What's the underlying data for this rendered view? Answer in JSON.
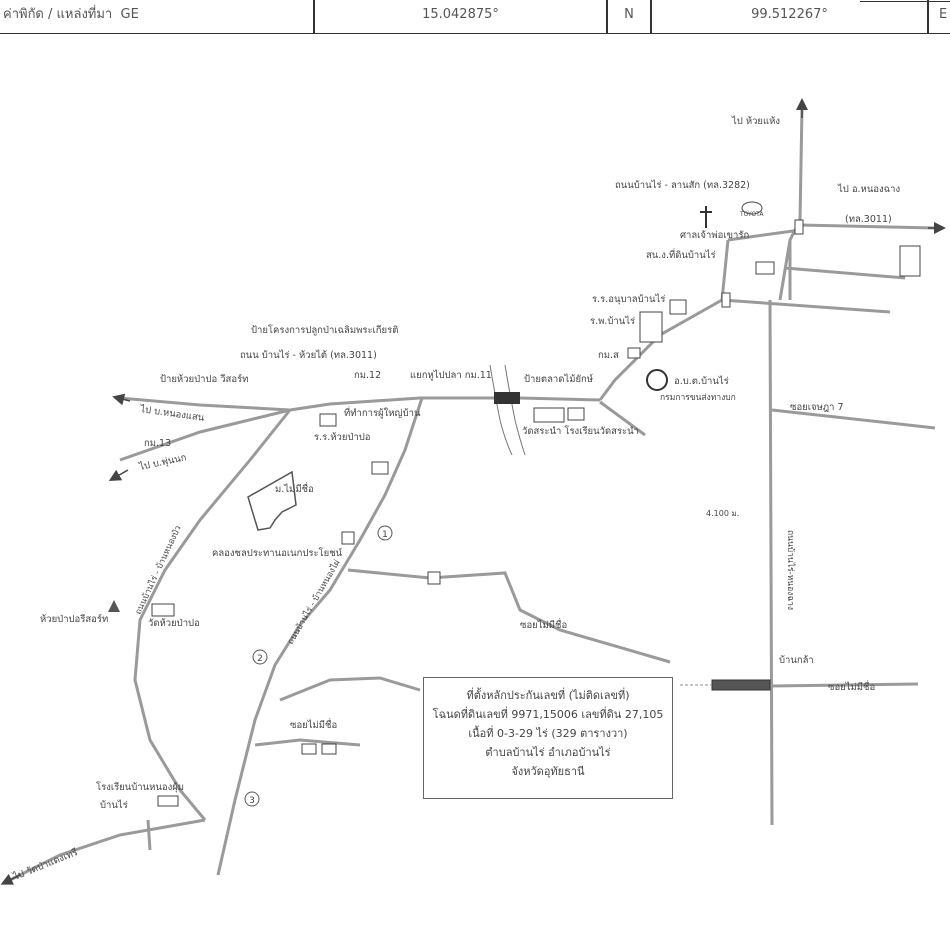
{
  "header": {
    "coord_label": "ค่าพิกัด / แหล่งที่มา",
    "source": "GE",
    "latitude": "15.042875°",
    "lat_dir": "N",
    "longitude": "99.512267°",
    "lon_dir": "E"
  },
  "map": {
    "labels": {
      "to_huai_haeng": "ไป ห้วยแห้ง",
      "road_ban_rai_lan_sak": "ถนนบ้านไร่ - ลานสัก (ทล.3282)",
      "to_nong_chang": "ไป อ.หนองฉาง",
      "road_3011_right": "(ทล.3011)",
      "shrine": "ศาลเจ้าพ่อเขารัก",
      "land_office": "สน.ง.ที่ดินบ้านไร่",
      "school_anuban": "ร.ร.อนุบาลบ้านไร่",
      "hospital": "ร.พ.บ้านไร่",
      "police": "กม.ส",
      "district_office": "อ.บ.ต.บ้านไร่",
      "transport_dept": "กรมการขนส่งทางบก",
      "road_soi_7": "ซอยเจษฎา 7",
      "distance": "4.100 ม.",
      "road_right_vertical": "ถนนบ้านไร่-หนองฉาง",
      "ban_kla": "บ้านกล้า",
      "soi_mai_mi_chue_right": "ซอยไม่มีชื่อ",
      "project_sign": "ป้ายโครงการปลูกป่าเฉลิมพระเกียรติ",
      "road_ban_rai_huai_tai": "ถนน บ้านไร่ - ห้วยไต้ (ทล.3011)",
      "km12": "กม.12",
      "three_way": "แยกหูไปปลา กม.11",
      "market_sign": "ป้ายตลาดไม้ยักษ์",
      "sign_huai_pa_pao": "ป้ายห้วยป่าปอ วีสอร์ท",
      "to_nong_saen": "ไป บ.หนองแสน",
      "km13": "กม.13",
      "to_phu_nok": "ไป บ.พุ่นนก",
      "subdistrict_hall": "ที่ทำการผู้ใหญ่บ้าน",
      "school_huai_pa_pao": "ร.ร.ห้วยป่าปอ",
      "wat_school": "วัดสระนำ โรงเรียนวัดสระนำ",
      "mai_mi_chue": "ม.ไม่มีชื่อ",
      "canal": "คลองชลประทานอเนกประโยชน์",
      "road_left_diag": "ถนนบ้านไร่ - บ้านหนองบัว",
      "road_mid_diag": "ถนนบ้านไร่ - บ้านหนองไผ่",
      "soi_mai_mi_chue_mid": "ซอยไม่มีชื่อ",
      "huai_pa_pao_resort": "ห้วยป่าปอรีสอร์ท",
      "wat_huai_pa_pao": "วัดห้วยป่าปอ",
      "soi_mai_mi_chue_low": "ซอยไม่มีชื่อ",
      "school_ban_nong": "โรงเรียนบ้านหนองผุ้ม",
      "ban_rai": "บ้านไร่",
      "to_wat_sang": "ไป วัดป่าแดงเทรี",
      "circle1": "1",
      "circle2": "2",
      "circle3": "3",
      "toyota": "TOYOTA"
    },
    "address_box": {
      "line1": "ที่ตั้งหลักประกันเลขที่ (ไม่ติดเลขที่)",
      "line2": "โฉนดที่ดินเลขที่ 9971,15006 เลขที่ดิน 27,105",
      "line3": "เนื้อที่ 0-3-29 ไร่ (329 ตารางวา)",
      "line4": "ตำบลบ้านไร่ อำเภอบ้านไร่",
      "line5": "จังหวัดอุทัยธานี"
    }
  }
}
